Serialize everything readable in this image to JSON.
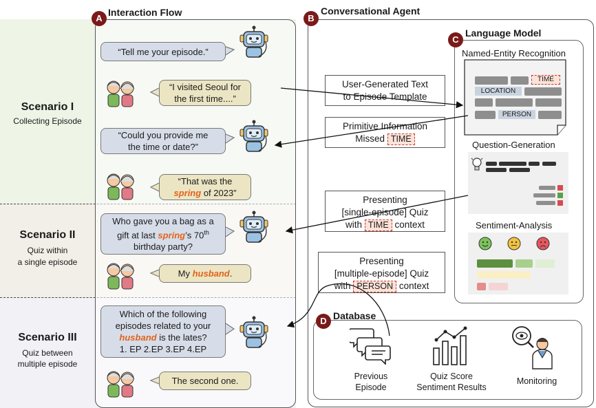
{
  "panels": {
    "a": {
      "letter": "A",
      "title": "Interaction Flow"
    },
    "b": {
      "letter": "B",
      "title": "Conversational Agent"
    },
    "c": {
      "letter": "C",
      "title": "Language Model"
    },
    "d": {
      "letter": "D",
      "title": "Database"
    }
  },
  "scenarios": [
    {
      "title": "Scenario I",
      "subtitle": [
        "Collecting Episode"
      ]
    },
    {
      "title": "Scenario II",
      "subtitle": [
        "Quiz within",
        "a single episode"
      ]
    },
    {
      "title": "Scenario III",
      "subtitle": [
        "Quiz between",
        "multiple episode"
      ]
    }
  ],
  "dialog": {
    "b1": "“Tell me your episode.”",
    "b2_l1": "“I visited Seoul for",
    "b2_l2": "the first time....”",
    "b3_l1": "“Could you provide me",
    "b3_l2": "the time or date?”",
    "b4_pre": "“That was the",
    "b4_hl": "spring",
    "b4_post": "of 2023”",
    "b5_l1": "Who gave you a bag as a",
    "b5_l2_pre": "gift at last",
    "b5_l2_hl": "spring",
    "b5_l2_post": "’s 70",
    "b5_sup": "th",
    "b5_l3": "birthday party?",
    "b6_pre": "My",
    "b6_hl": "husband",
    "b6_post": ".",
    "b7_l1": "Which of the following",
    "b7_l2": "episodes related to your",
    "b7_l3_hl": "husband",
    "b7_l3_post": "is the lates?",
    "b7_l4": "1. EP 2.EP 3.EP 4.EP",
    "b8": "The second one."
  },
  "agent_boxes": {
    "template_l1": "User-Generated Text",
    "template_l2": "to Episode Template",
    "missed_l1": "Primitive Information",
    "missed_l2": "Missed",
    "missed_tag": "TIME",
    "single_l1": "Presenting",
    "single_l2": "[single-episode]  Quiz",
    "single_l3_pre": "with",
    "single_tag": "TIME",
    "single_l3_post": "context",
    "multi_l1": "Presenting",
    "multi_l2": "[multiple-episode]  Quiz",
    "multi_l3_pre": "with",
    "multi_tag": "PERSON",
    "multi_l3_post": "context"
  },
  "language_model": {
    "ner_title": "Named-Entity Recognition",
    "ner_time": "TIME",
    "ner_location": "LOCATION",
    "ner_person": "PERSON",
    "qg_title": "Question-Generation",
    "sa_title": "Sentiment-Analysis"
  },
  "database": {
    "item1_l1": "Previous",
    "item1_l2": "Episode",
    "item2_l1": "Quiz Score",
    "item2_l2": "Sentiment Results",
    "item3": "Monitoring"
  },
  "colors": {
    "badge": "#7a1a1a",
    "highlight": "#e2621b",
    "agent_bubble": "#d7dde8",
    "user_bubble": "#ece5c4",
    "tag_fill": "#fde2d8"
  }
}
